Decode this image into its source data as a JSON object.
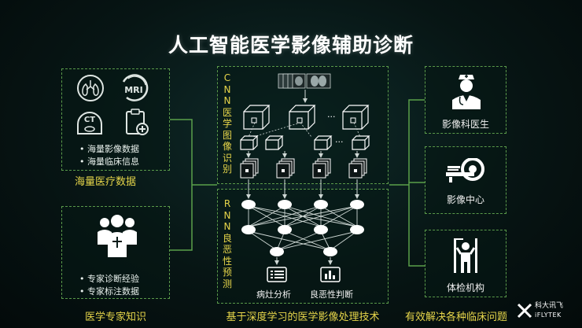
{
  "title": "人工智能医学影像辅助诊断",
  "left_top": {
    "icons": [
      "lungs-icon",
      "mri-icon",
      "ct-icon",
      "clipboard-icon"
    ],
    "icon_labels": {
      "mri": "MRI",
      "ct": "CT"
    },
    "bullets": [
      "海量影像数据",
      "海量临床信息"
    ],
    "caption": "海量医疗数据"
  },
  "left_bottom": {
    "icons": [
      "doctors-group-icon"
    ],
    "bullets": [
      "专家诊断经验",
      "专家标注数据"
    ]
  },
  "bottom_captions": {
    "left": "医学专家知识",
    "center": "基于深度学习的医学影像处理技术",
    "right": "有效解决各种临床问题"
  },
  "center": {
    "cnn_label": [
      "C",
      "N",
      "N",
      "医",
      "学",
      "图",
      "像",
      "识",
      "别"
    ],
    "rnn_label": [
      "R",
      "N",
      "N",
      "良",
      "恶",
      "性",
      "预",
      "测"
    ],
    "ellipsis": "···",
    "outputs": [
      "病灶分析",
      "良恶性判断"
    ]
  },
  "right": {
    "items": [
      {
        "label": "影像科医生",
        "icon": "doctor-icon"
      },
      {
        "label": "影像中心",
        "icon": "ct-scanner-icon"
      },
      {
        "label": "体检机构",
        "icon": "person-measure-icon"
      }
    ]
  },
  "logo": {
    "line1": "科大讯飞",
    "line2": "iFLYTEK"
  },
  "colors": {
    "accent_yellow": "#e6d54a",
    "border_green": "#5a9a4a",
    "line_green": "#5aa04a"
  }
}
